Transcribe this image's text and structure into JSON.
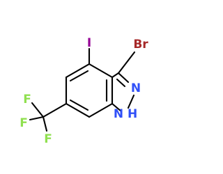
{
  "molecule": {
    "atoms": {
      "iodine": "I",
      "bromine": "Br",
      "ring_nitrogen": "N",
      "nh_group": "N H",
      "fluorine_top": "F",
      "fluorine_left": "F",
      "fluorine_bottom": "F"
    },
    "colors": {
      "bond": "#000000",
      "iodine": "#940094",
      "bromine": "#A62929",
      "nitrogen": "#3050F8",
      "fluorine": "#90E050"
    }
  }
}
